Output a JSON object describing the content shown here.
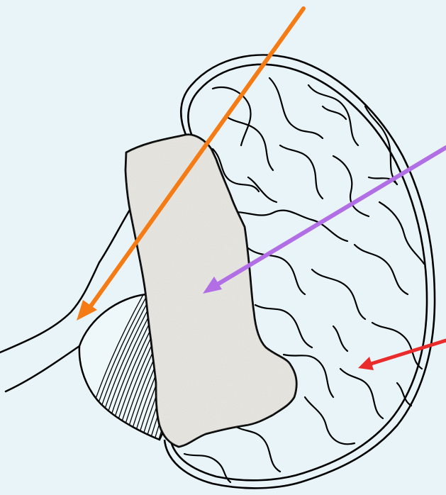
{
  "diagram": {
    "subject": "brain",
    "background_color": "#e8f4f7",
    "outline_color": "#000000",
    "region_fill_color": "#e9e8e3",
    "arrows": [
      {
        "id": "orange",
        "color": "#f57c14"
      },
      {
        "id": "purple",
        "color": "#b16ee5"
      },
      {
        "id": "red",
        "color": "#ea2b2b"
      }
    ]
  }
}
